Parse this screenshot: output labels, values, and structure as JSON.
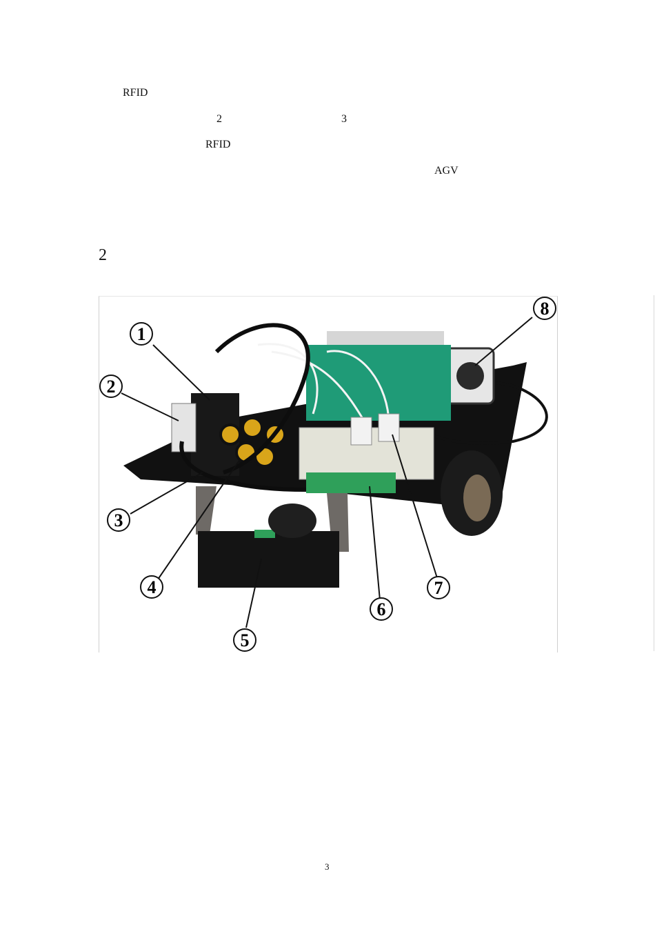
{
  "text_fragments": {
    "rfid_1": "RFID",
    "num_2": "2",
    "num_3": "3",
    "rfid_2": "RFID",
    "agv": "AGV"
  },
  "section_heading": "2",
  "figure": {
    "callouts": [
      "1",
      "2",
      "3",
      "4",
      "5",
      "6",
      "7",
      "8"
    ]
  },
  "page_number": "3"
}
